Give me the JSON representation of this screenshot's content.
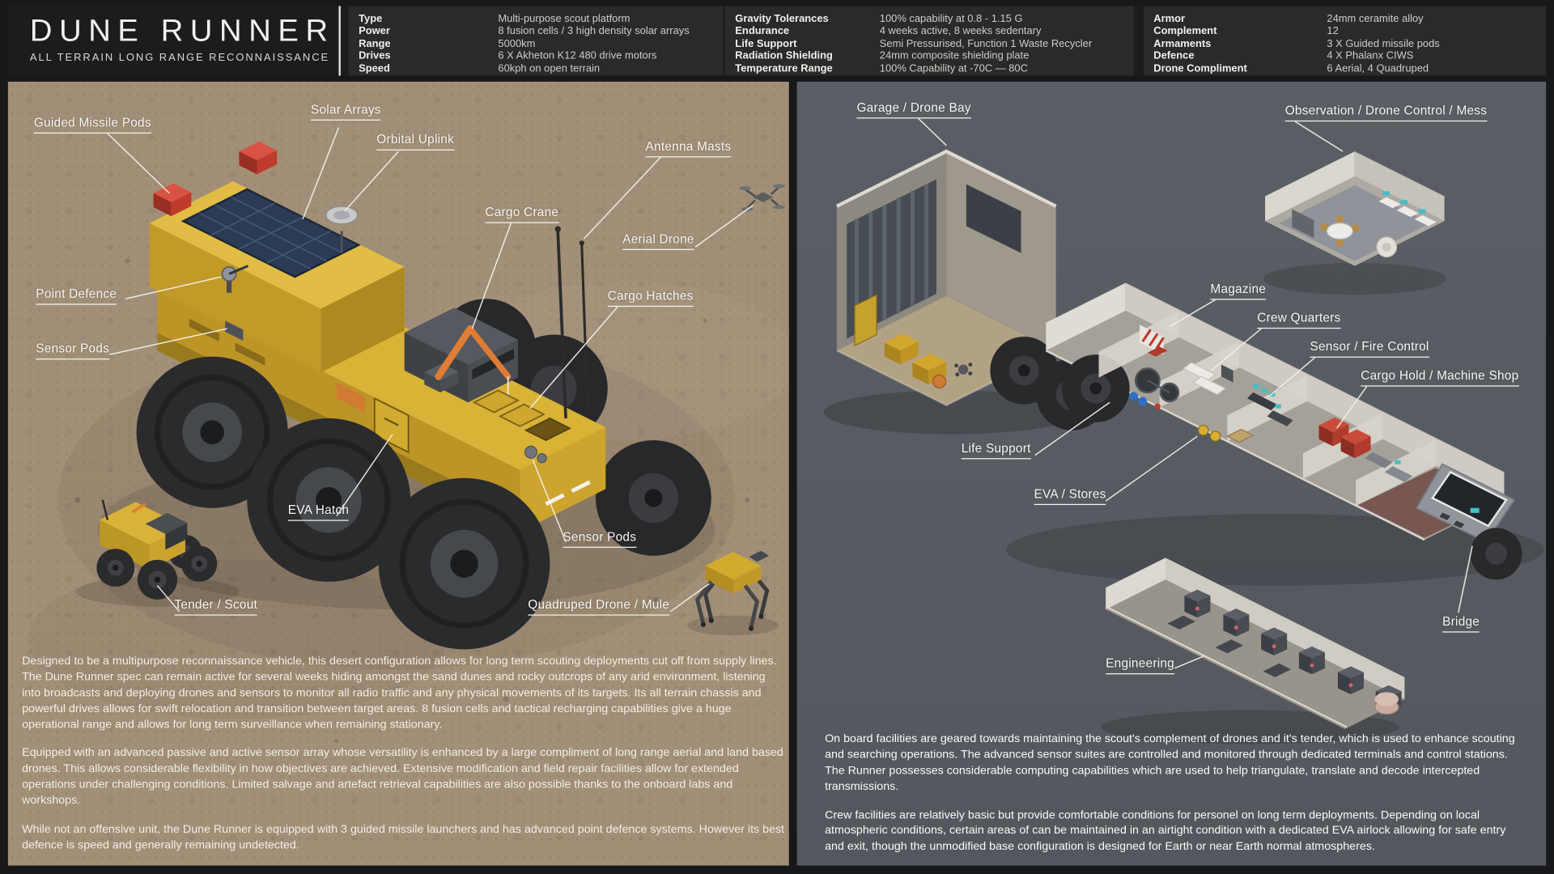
{
  "header": {
    "title": "DUNE RUNNER",
    "subtitle": "ALL TERRAIN LONG RANGE RECONNAISSANCE",
    "spec_tables": [
      {
        "rows": [
          {
            "label": "Type",
            "value": "Multi-purpose scout platform"
          },
          {
            "label": "Power",
            "value": "8 fusion cells / 3 high density solar arrays"
          },
          {
            "label": "Range",
            "value": "5000km"
          },
          {
            "label": "Drives",
            "value": "6 X Akheton K12 480 drive motors"
          },
          {
            "label": "Speed",
            "value": "60kph on open terrain"
          }
        ]
      },
      {
        "rows": [
          {
            "label": "Gravity Tolerances",
            "value": "100% capability at 0.8 - 1.15 G"
          },
          {
            "label": "Endurance",
            "value": "4 weeks active, 8 weeks sedentary"
          },
          {
            "label": "Life Support",
            "value": "Semi Pressurised, Function 1 Waste Recycler"
          },
          {
            "label": "Radiation Shielding",
            "value": "24mm composite shielding plate"
          },
          {
            "label": "Temperature Range",
            "value": "100% Capability at -70C — 80C"
          }
        ]
      },
      {
        "rows": [
          {
            "label": "Armor",
            "value": "24mm ceramite alloy"
          },
          {
            "label": "Complement",
            "value": "12"
          },
          {
            "label": "Armaments",
            "value": "3 X Guided missile pods"
          },
          {
            "label": "Defence",
            "value": "4 X Phalanx CIWS"
          },
          {
            "label": "Drone Compliment",
            "value": "6 Aerial, 4 Quadruped"
          }
        ]
      }
    ]
  },
  "exterior": {
    "callouts": [
      {
        "label": "Guided Missile Pods"
      },
      {
        "label": "Solar Arrays"
      },
      {
        "label": "Orbital Uplink"
      },
      {
        "label": "Antenna Masts"
      },
      {
        "label": "Cargo Crane"
      },
      {
        "label": "Aerial Drone"
      },
      {
        "label": "Cargo Hatches"
      },
      {
        "label": "Point Defence"
      },
      {
        "label": "Sensor Pods"
      },
      {
        "label": "EVA Hatch"
      },
      {
        "label": "Sensor Pods"
      },
      {
        "label": "Tender / Scout"
      },
      {
        "label": "Quadruped Drone / Mule"
      }
    ],
    "paragraphs": [
      "Designed to be a multipurpose reconnaissance vehicle, this desert configuration allows for long term scouting deployments cut off from supply lines. The Dune Runner spec can remain active for several weeks hiding amongst the sand dunes and rocky outcrops of any arid environment, listening into broadcasts and deploying drones and sensors to monitor all radio traffic and any physical movements of its targets. Its all terrain chassis and powerful drives allows for swift relocation and transition between target areas. 8 fusion cells and tactical recharging capabilities give a huge operational range and allows for long term surveillance when remaining stationary.",
      "Equipped with an advanced passive and active sensor array whose versatility is enhanced by a large compliment of long range aerial and land based drones. This allows considerable flexibility in how objectives are achieved. Extensive modification and field repair facilities allow for extended operations under challenging conditions. Limited salvage and artefact retrieval capabilities are also possible thanks to the onboard labs and workshops.",
      "While not an offensive unit, the Dune Runner is equipped with 3 guided missile launchers and has advanced point defence systems. However its best defence is speed and generally remaining undetected."
    ]
  },
  "interior": {
    "callouts": [
      {
        "label": "Garage / Drone Bay"
      },
      {
        "label": "Observation / Drone Control / Mess"
      },
      {
        "label": "Magazine"
      },
      {
        "label": "Crew Quarters"
      },
      {
        "label": "Sensor / Fire Control"
      },
      {
        "label": "Cargo Hold / Machine Shop"
      },
      {
        "label": "Life Support"
      },
      {
        "label": "EVA / Stores"
      },
      {
        "label": "Bridge"
      },
      {
        "label": "Engineering"
      }
    ],
    "paragraphs": [
      "On board facilities are geared towards maintaining the scout's complement of drones and it's tender, which is used to enhance scouting and searching operations. The advanced sensor suites are controlled and monitored through dedicated terminals and control stations. The Runner possesses considerable computing capabilities which are used to help triangulate, translate and decode intercepted transmissions.",
      "Crew facilities are relatively basic but provide comfortable conditions for personel on long term deployments. Depending on local atmospheric conditions, certain areas of can be maintained in an airtight condition with a dedicated EVA airlock allowing for safe entry and exit, though the unmodified base configuration is designed for Earth or near Earth normal atmospheres."
    ]
  },
  "colors": {
    "sand_panel": "#a28f77",
    "slate_panel": "#575c62",
    "hull_yellow": "#c9a02a",
    "hull_yellow_light": "#ddb53a",
    "accent_red": "#c0392b",
    "accent_orange": "#df7d35",
    "accent_teal": "#3fc0c8",
    "solar_blue": "#2c3b54",
    "text_light": "#f4f2ee"
  }
}
